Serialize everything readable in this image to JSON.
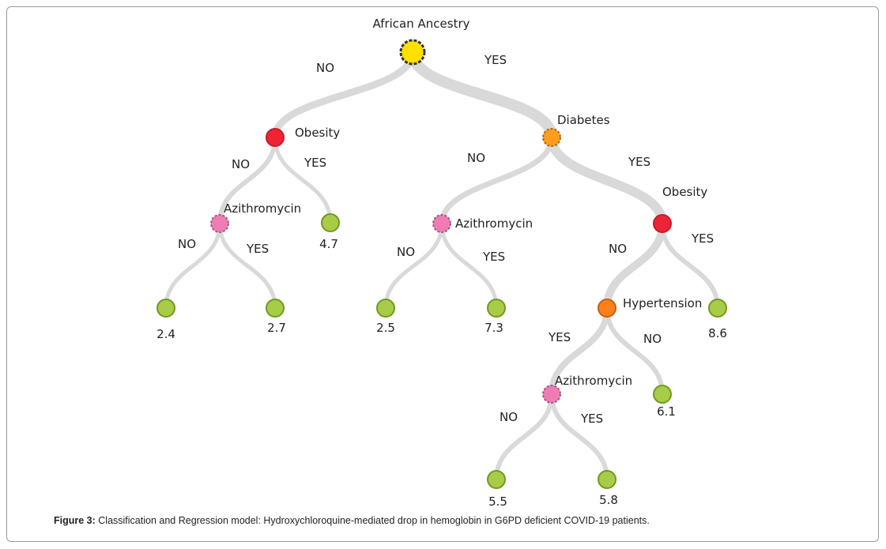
{
  "caption": {
    "label": "Figure 3:",
    "text": " Classification and Regression model: Hydroxychloroquine-mediated drop in hemoglobin in G6PD deficient COVID-19 patients."
  },
  "colors": {
    "edge": "#d9d9d9",
    "root": "#ffe000",
    "obesity": "#ee2436",
    "diabetes": "#ff9d1c",
    "hypertension": "#ff7f1a",
    "azithromycin": "#f07cb4",
    "leaf": "#a8cc48",
    "leaf_stroke": "#6f9a1f"
  },
  "tree": {
    "root": "African Ancestry",
    "n_obesity_left": "Obesity",
    "n_diabetes": "Diabetes",
    "n_azi_left": "Azithromycin",
    "n_azi_mid": "Azithromycin",
    "n_obesity_right": "Obesity",
    "n_hypertension": "Hypertension",
    "n_azi_bottom": "Azithromycin"
  },
  "edges": {
    "root_no": "NO",
    "root_yes": "YES",
    "ob1_no": "NO",
    "ob1_yes": "YES",
    "azi1_no": "NO",
    "azi1_yes": "YES",
    "dia_no": "NO",
    "dia_yes": "YES",
    "azi2_no": "NO",
    "azi2_yes": "YES",
    "ob2_no": "NO",
    "ob2_yes": "YES",
    "hyp_yes": "YES",
    "hyp_no": "NO",
    "azi3_no": "NO",
    "azi3_yes": "YES"
  },
  "leaves": {
    "l1": "2.4",
    "l2": "2.7",
    "l3": "4.7",
    "l4": "2.5",
    "l5": "7.3",
    "l6": "8.6",
    "l7": "6.1",
    "l8": "5.5",
    "l9": "5.8"
  }
}
